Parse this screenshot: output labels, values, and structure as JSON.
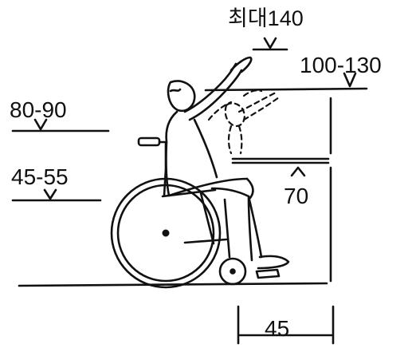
{
  "labels": {
    "max_reach": "최대140",
    "reach_range": "100-130",
    "upper_range": "80-90",
    "lower_range": "45-55",
    "table_height": "70",
    "knee_depth": "45"
  },
  "colors": {
    "ink": "#111111",
    "paper": "#ffffff"
  }
}
